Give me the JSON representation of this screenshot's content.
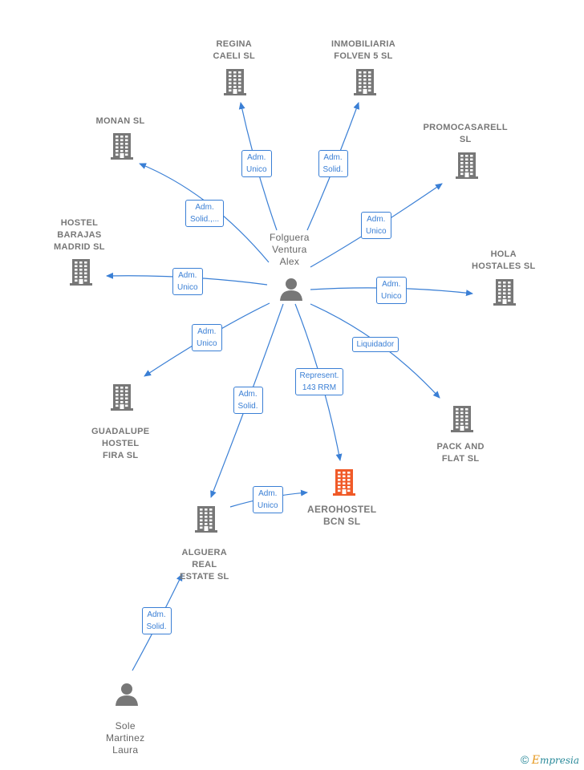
{
  "colors": {
    "edge": "#3a7fd5",
    "company": "#777777",
    "focus": "#f05a28",
    "person": "#777777"
  },
  "nodes": [
    {
      "id": "regina",
      "type": "company",
      "label": "REGINA\nCAELI  SL"
    },
    {
      "id": "inmobiliaria",
      "type": "company",
      "label": "INMOBILIARIA\nFOLVEN 5  SL"
    },
    {
      "id": "monan",
      "type": "company",
      "label": "MONAN SL"
    },
    {
      "id": "promocasarell",
      "type": "company",
      "label": "PROMOCASARELL\nSL"
    },
    {
      "id": "hostel_barajas",
      "type": "company",
      "label": "HOSTEL\nBARAJAS\nMADRID  SL"
    },
    {
      "id": "hola_hostales",
      "type": "company",
      "label": "HOLA\nHOSTALES SL"
    },
    {
      "id": "folguera",
      "type": "person",
      "label": "Folguera\nVentura\nAlex"
    },
    {
      "id": "guadalupe",
      "type": "company",
      "label": "GUADALUPE\nHOSTEL\nFIRA  SL"
    },
    {
      "id": "pack_flat",
      "type": "company",
      "label": "PACK AND\nFLAT SL"
    },
    {
      "id": "aerohostel",
      "type": "focus",
      "label": "AEROHOSTEL\nBCN  SL"
    },
    {
      "id": "alguera",
      "type": "company",
      "label": "ALGUERA\nREAL\nESTATE SL"
    },
    {
      "id": "sole",
      "type": "person",
      "label": "Sole\nMartinez\nLaura"
    }
  ],
  "edges": [
    {
      "from": "folguera",
      "to": "regina",
      "label": "Adm.\nUnico"
    },
    {
      "from": "folguera",
      "to": "inmobiliaria",
      "label": "Adm.\nSolid."
    },
    {
      "from": "folguera",
      "to": "monan",
      "label": "Adm.\nSolid.,..."
    },
    {
      "from": "folguera",
      "to": "promocasarell",
      "label": "Adm.\nUnico"
    },
    {
      "from": "folguera",
      "to": "hostel_barajas",
      "label": "Adm.\nUnico"
    },
    {
      "from": "folguera",
      "to": "hola_hostales",
      "label": "Adm.\nUnico"
    },
    {
      "from": "folguera",
      "to": "guadalupe",
      "label": "Adm.\nUnico"
    },
    {
      "from": "folguera",
      "to": "pack_flat",
      "label": "Liquidador"
    },
    {
      "from": "folguera",
      "to": "aerohostel",
      "label": "Represent.\n143 RRM"
    },
    {
      "from": "folguera",
      "to": "alguera",
      "label": "Adm.\nSolid."
    },
    {
      "from": "alguera",
      "to": "aerohostel",
      "label": "Adm.\nUnico"
    },
    {
      "from": "sole",
      "to": "alguera",
      "label": "Adm.\nSolid."
    }
  ],
  "footer": {
    "copyright_symbol": "©",
    "brand_initial": "E",
    "brand_rest": "mpresia"
  }
}
